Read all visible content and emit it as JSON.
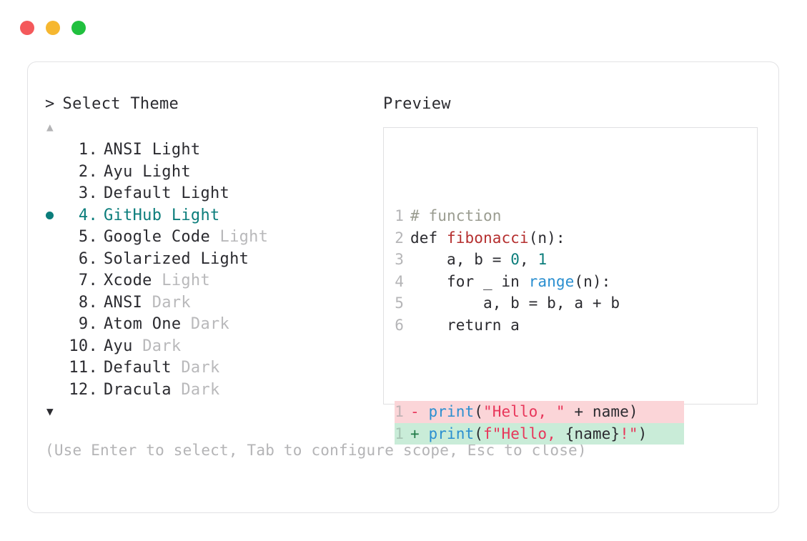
{
  "window": {
    "dots": [
      {
        "name": "close-dot",
        "color": "#f4595b"
      },
      {
        "name": "minimize-dot",
        "color": "#f6b730"
      },
      {
        "name": "maximize-dot",
        "color": "#20c03e"
      }
    ]
  },
  "prompt": {
    "caret": ">",
    "title": "Select Theme"
  },
  "scroll": {
    "up_arrow": "▲",
    "down_arrow": "▼"
  },
  "themes": {
    "selected_index": 4,
    "selected_color": "#0b7d7b",
    "items": [
      {
        "number": "1.",
        "name": "ANSI",
        "variant": "Light",
        "variant_muted": false,
        "selected": false
      },
      {
        "number": "2.",
        "name": "Ayu",
        "variant": "Light",
        "variant_muted": false,
        "selected": false
      },
      {
        "number": "3.",
        "name": "Default",
        "variant": "Light",
        "variant_muted": false,
        "selected": false
      },
      {
        "number": "4.",
        "name": "GitHub",
        "variant": "Light",
        "variant_muted": false,
        "selected": true
      },
      {
        "number": "5.",
        "name": "Google Code",
        "variant": "Light",
        "variant_muted": true,
        "selected": false
      },
      {
        "number": "6.",
        "name": "Solarized",
        "variant": "Light",
        "variant_muted": false,
        "selected": false
      },
      {
        "number": "7.",
        "name": "Xcode",
        "variant": "Light",
        "variant_muted": true,
        "selected": false
      },
      {
        "number": "8.",
        "name": "ANSI",
        "variant": "Dark",
        "variant_muted": true,
        "selected": false
      },
      {
        "number": "9.",
        "name": "Atom One",
        "variant": "Dark",
        "variant_muted": true,
        "selected": false
      },
      {
        "number": "10.",
        "name": "Ayu",
        "variant": "Dark",
        "variant_muted": true,
        "selected": false
      },
      {
        "number": "11.",
        "name": "Default",
        "variant": "Dark",
        "variant_muted": true,
        "selected": false
      },
      {
        "number": "12.",
        "name": "Dracula",
        "variant": "Dark",
        "variant_muted": true,
        "selected": false
      }
    ]
  },
  "hint": "(Use Enter to select, Tab to configure scope, Esc to close)",
  "preview": {
    "label": "Preview",
    "code_lines": [
      {
        "no": "1",
        "tokens": [
          {
            "t": "# function",
            "c": "tok-comment"
          }
        ]
      },
      {
        "no": "2",
        "tokens": [
          {
            "t": "def ",
            "c": "tok-keyword"
          },
          {
            "t": "fibonacci",
            "c": "tok-func"
          },
          {
            "t": "(n):",
            "c": "tok-plain"
          }
        ]
      },
      {
        "no": "3",
        "tokens": [
          {
            "t": "    a, b = ",
            "c": "tok-plain"
          },
          {
            "t": "0",
            "c": "tok-number"
          },
          {
            "t": ", ",
            "c": "tok-plain"
          },
          {
            "t": "1",
            "c": "tok-number"
          }
        ]
      },
      {
        "no": "4",
        "tokens": [
          {
            "t": "    for _ in ",
            "c": "tok-plain"
          },
          {
            "t": "range",
            "c": "tok-builtin"
          },
          {
            "t": "(n):",
            "c": "tok-plain"
          }
        ]
      },
      {
        "no": "5",
        "tokens": [
          {
            "t": "        a, b = b, a + b",
            "c": "tok-plain"
          }
        ]
      },
      {
        "no": "6",
        "tokens": [
          {
            "t": "    return a",
            "c": "tok-plain"
          }
        ]
      }
    ],
    "diff_lines": [
      {
        "no": "1",
        "kind": "del",
        "sign": "-",
        "tokens": [
          {
            "t": "print",
            "c": "tok-callblue"
          },
          {
            "t": "(",
            "c": "tok-plain"
          },
          {
            "t": "\"Hello, \"",
            "c": "tok-string"
          },
          {
            "t": " + name)",
            "c": "tok-plain"
          }
        ]
      },
      {
        "no": "1",
        "kind": "add",
        "sign": "+",
        "tokens": [
          {
            "t": "print",
            "c": "tok-callblue"
          },
          {
            "t": "(",
            "c": "tok-plain"
          },
          {
            "t": "f\"Hello, ",
            "c": "tok-string"
          },
          {
            "t": "{name}",
            "c": "tok-plain"
          },
          {
            "t": "!\"",
            "c": "tok-string"
          },
          {
            "t": ")",
            "c": "tok-plain"
          }
        ]
      }
    ]
  }
}
